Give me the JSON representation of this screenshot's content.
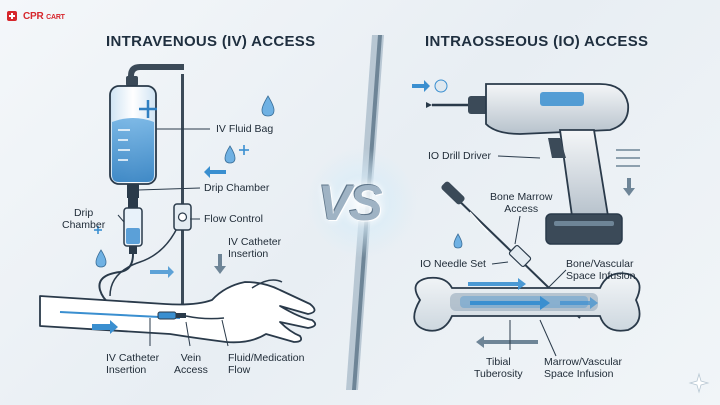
{
  "brand": {
    "name": "CPR",
    "sub": "CART"
  },
  "titles": {
    "left": "INTRAVENOUS (IV) ACCESS",
    "right": "INTRAOSSEOUS (IO) ACCESS"
  },
  "center": {
    "vs": "VS"
  },
  "labels": {
    "iv_bag": "IV Fluid Bag",
    "drip_chamber_right": "Drip Chamber",
    "drip_chamber_left": [
      "Drip",
      "Chamber"
    ],
    "flow_control": "Flow Control",
    "iv_catheter_insertion_top": [
      "IV Catheter",
      "Insertion"
    ],
    "iv_catheter_insertion_bottom": [
      "IV Catheter",
      "Insertion"
    ],
    "vein_access": [
      "Vein",
      "Access"
    ],
    "fluid_flow": [
      "Fluid/Medication",
      "Flow"
    ],
    "io_drill": "IO Drill Driver",
    "bone_marrow_access": [
      "Bone Marrow",
      "Access"
    ],
    "io_needle": "IO Needle Set",
    "bone_vascular_top": [
      "Bone/Vascular",
      "Space Infusion"
    ],
    "tibial": [
      "Tibial",
      "Tuberosity"
    ],
    "marrow_vascular": [
      "Marrow/Vascular",
      "Space Infusion"
    ]
  },
  "colors": {
    "accent": "#3a8fd0",
    "dark": "#2a3a4a",
    "brand": "#d6262c"
  }
}
